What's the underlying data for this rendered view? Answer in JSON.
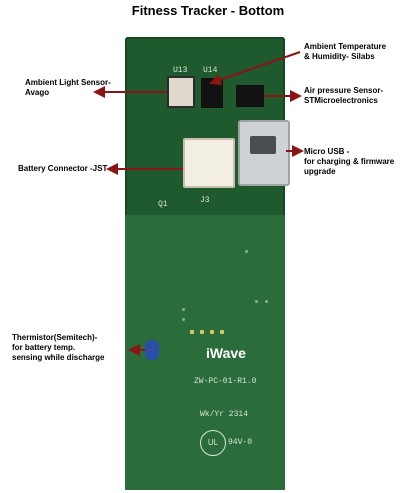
{
  "title": "Fitness Tracker - Bottom",
  "labels": {
    "ambient_temp": "Ambient Temperature\n& Humidity- Silabs",
    "ambient_light": "Ambient Light Sensor-\nAvago",
    "air_pressure": "Air pressure Sensor-\nSTMicroelectronics",
    "micro_usb": "Micro USB -\nfor charging & firmware\nupgrade",
    "battery_connector": "Battery Connector -JST",
    "thermistor": "Thermistor(Semitech)-\nfor battery temp.\nsensing while discharge"
  },
  "pcb": {
    "brand": "iWave",
    "board_id": "ZW-PC-01-R1.0",
    "ref_u13": "U13",
    "ref_u14": "U14",
    "ref_j3": "J3",
    "ref_q1": "Q1",
    "wk_yr": "Wk/Yr 2314",
    "ul_mark": "UL",
    "ul_code": "94V-0"
  },
  "colors": {
    "pcb_green": "#1f5a2e",
    "arrow_red": "#8b1414"
  }
}
